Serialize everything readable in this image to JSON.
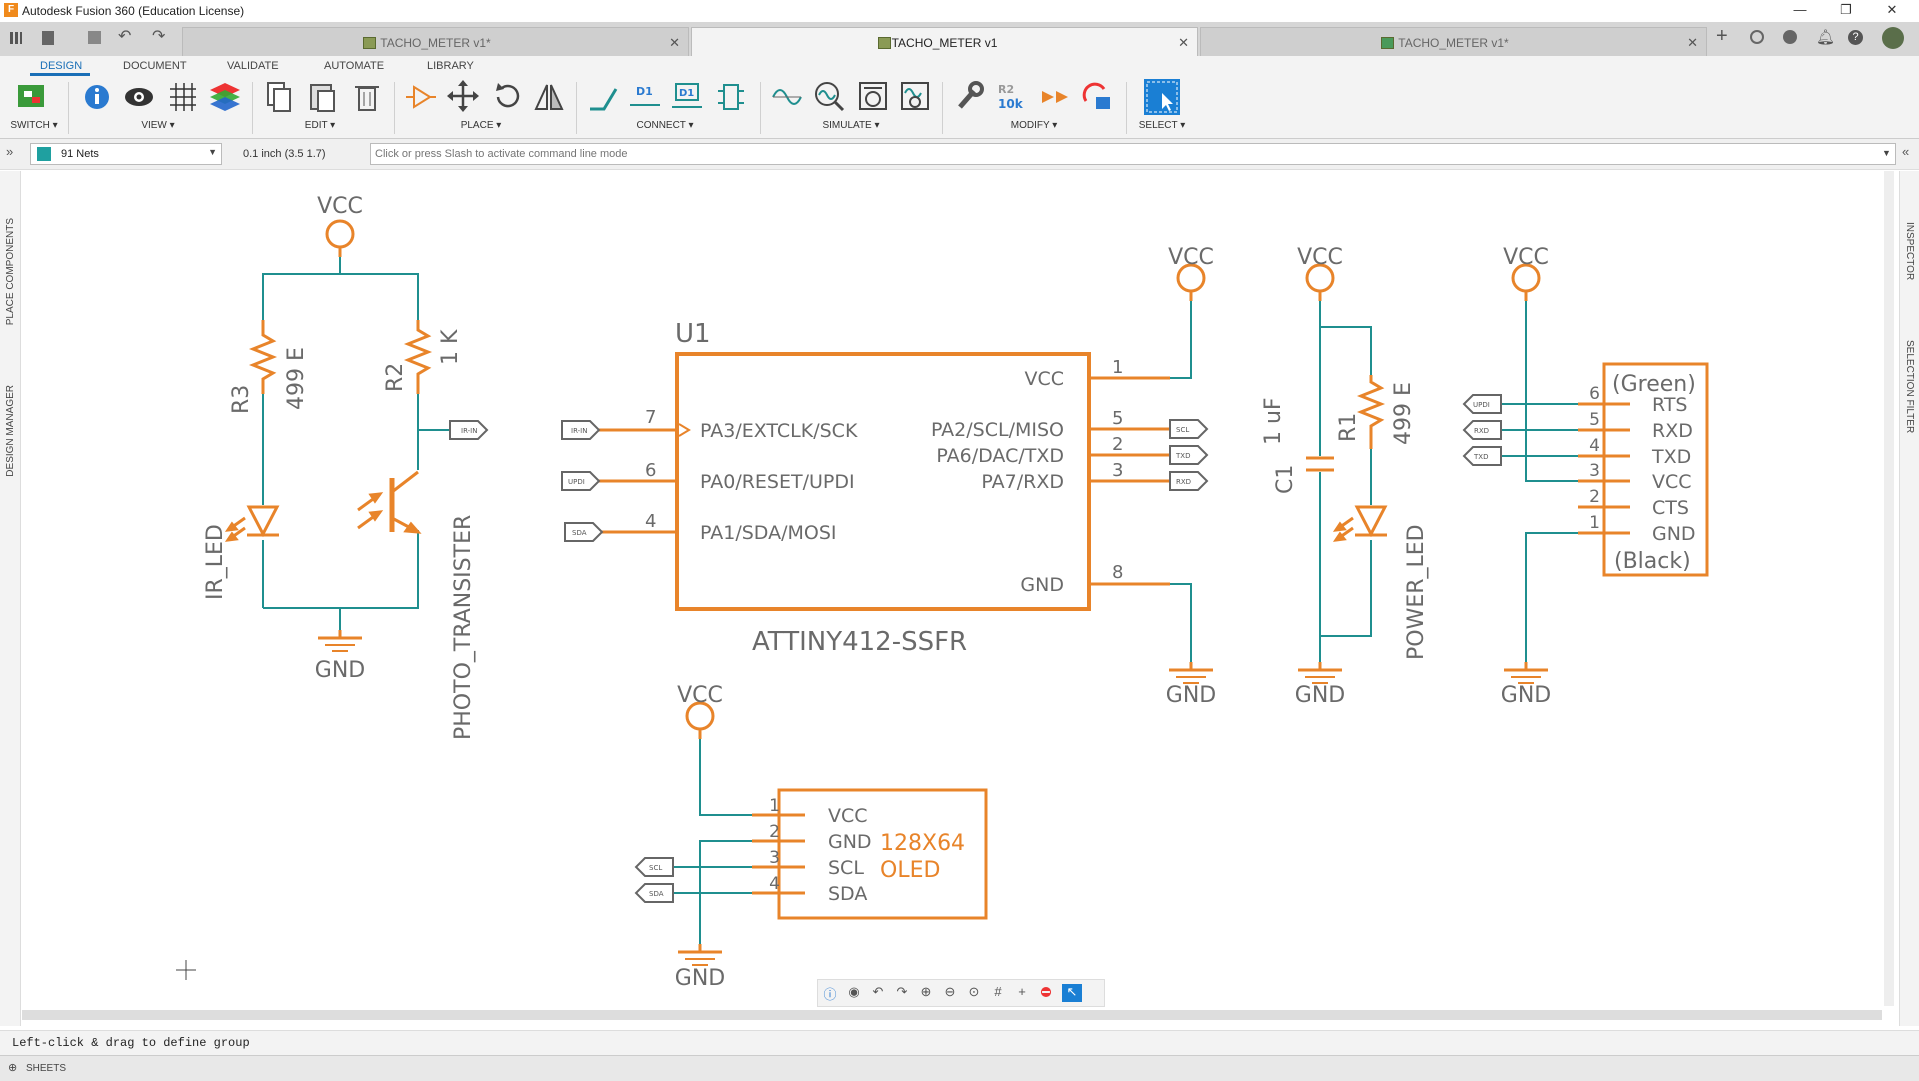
{
  "window": {
    "title": "Autodesk Fusion 360 (Education License)",
    "minimize": "—",
    "restore": "❐",
    "close": "✕"
  },
  "tabs": [
    {
      "label": "TACHO_METER v1*",
      "close": "✕"
    },
    {
      "label": "TACHO_METER v1",
      "close": "✕"
    },
    {
      "label": "TACHO_METER v1*",
      "close": "✕"
    }
  ],
  "ribbon": {
    "tabs": [
      "DESIGN",
      "DOCUMENT",
      "VALIDATE",
      "AUTOMATE",
      "LIBRARY"
    ],
    "groups": [
      "SWITCH ▾",
      "VIEW ▾",
      "EDIT ▾",
      "PLACE ▾",
      "CONNECT ▾",
      "SIMULATE ▾",
      "MODIFY ▾",
      "SELECT ▾"
    ]
  },
  "cmdbar": {
    "net_selector": "91 Nets",
    "grid_readout": "0.1 inch (3.5 1.7)",
    "command_placeholder": "Click or press Slash to activate command line mode"
  },
  "side_panels": {
    "left": [
      "PLACE COMPONENTS",
      "DESIGN MANAGER"
    ],
    "right": [
      "INSPECTOR",
      "SELECTION FILTER"
    ]
  },
  "schematic": {
    "vcc": "VCC",
    "gnd": "GND",
    "r3": {
      "name": "R3",
      "value": "499 E"
    },
    "r2": {
      "name": "R2",
      "value": "1 K"
    },
    "ir_led": "IR_LED",
    "photo": "PHOTO_TRANSISTER",
    "ir_in": "IR-IN",
    "u1": {
      "name": "U1",
      "part": "ATTINY412-SSFR",
      "pins_left": [
        {
          "num": "7",
          "label": "PA3/EXTCLK/SCK",
          "net": "IR-IN"
        },
        {
          "num": "6",
          "label": "PA0/RESET/UPDI",
          "net": "UPDI"
        },
        {
          "num": "4",
          "label": "PA1/SDA/MOSI",
          "net": "SDA"
        }
      ],
      "pins_right": [
        {
          "num": "1",
          "label": "VCC",
          "net": ""
        },
        {
          "num": "5",
          "label": "PA2/SCL/MISO",
          "net": "SCL"
        },
        {
          "num": "2",
          "label": "PA6/DAC/TXD",
          "net": "TXD"
        },
        {
          "num": "3",
          "label": "PA7/RXD",
          "net": "RXD"
        },
        {
          "num": "8",
          "label": "GND",
          "net": ""
        }
      ]
    },
    "c1": {
      "name": "C1",
      "value": "1 uF"
    },
    "r1": {
      "name": "R1",
      "value": "499 E"
    },
    "power_led": "POWER_LED",
    "header": {
      "top": "(Green)",
      "bottom": "(Black)",
      "pins": [
        {
          "num": "6",
          "label": "RTS",
          "net": "UPDI"
        },
        {
          "num": "5",
          "label": "RXD",
          "net": "RXD"
        },
        {
          "num": "4",
          "label": "TXD",
          "net": "TXD"
        },
        {
          "num": "3",
          "label": "VCC",
          "net": ""
        },
        {
          "num": "2",
          "label": "CTS",
          "net": ""
        },
        {
          "num": "1",
          "label": "GND",
          "net": ""
        }
      ]
    },
    "oled": {
      "name": "128X64",
      "name2": "OLED",
      "pins": [
        {
          "num": "1",
          "label": "VCC",
          "net": ""
        },
        {
          "num": "2",
          "label": "GND",
          "net": ""
        },
        {
          "num": "3",
          "label": "SCL",
          "net": "SCL"
        },
        {
          "num": "4",
          "label": "SDA",
          "net": "SDA"
        }
      ]
    }
  },
  "status": {
    "message": "Left-click & drag to define group",
    "sheets": "SHEETS"
  },
  "colors": {
    "symbol": "#e8842a",
    "wire": "#1f8f8f",
    "label": "#6a6a6a",
    "net_swatch": "#1fa0a0",
    "accent": "#1a6fb7"
  }
}
